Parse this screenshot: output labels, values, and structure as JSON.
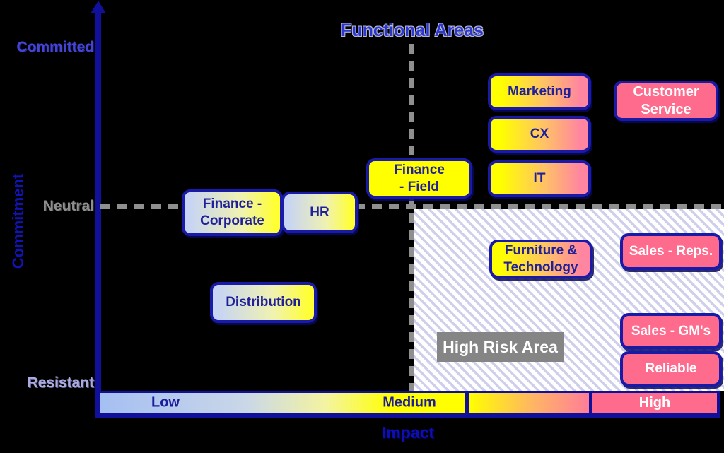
{
  "title": "Functional Areas",
  "y_axis": {
    "label": "Commitment",
    "ticks": [
      {
        "label": "Committed"
      },
      {
        "label": "Neutral"
      },
      {
        "label": "Resistant"
      }
    ]
  },
  "x_axis": {
    "label": "Impact",
    "segments": [
      {
        "label": "Low"
      },
      {
        "label": "Medium"
      },
      {
        "label": "High"
      }
    ]
  },
  "high_risk_area": {
    "label": "High Risk Area"
  },
  "boxes": [
    {
      "id": "marketing",
      "label": "Marketing",
      "variant": "yellow-pink"
    },
    {
      "id": "cx",
      "label": "CX",
      "variant": "yellow-pink"
    },
    {
      "id": "it",
      "label": "IT",
      "variant": "yellow-pink"
    },
    {
      "id": "customer-service",
      "label": "Customer\nService",
      "variant": "pink"
    },
    {
      "id": "finance-field",
      "label": "Finance\n- Field",
      "variant": "yellow"
    },
    {
      "id": "finance-corporate",
      "label": "Finance -\nCorporate",
      "variant": "blue-yellow"
    },
    {
      "id": "hr",
      "label": "HR",
      "variant": "blue-yellow"
    },
    {
      "id": "distribution",
      "label": "Distribution",
      "variant": "blue-yellow"
    },
    {
      "id": "furniture-technology",
      "label": "Furniture &\nTechnology",
      "variant": "yellow-pink"
    },
    {
      "id": "sales-reps",
      "label": "Sales - Reps.",
      "variant": "pink"
    },
    {
      "id": "sales-gms",
      "label": "Sales - GM's",
      "variant": "pink"
    },
    {
      "id": "reliable",
      "label": "Reliable",
      "variant": "pink"
    }
  ],
  "colors": {
    "background": "#000000",
    "axis_navy": "#10109A",
    "box_border_navy": "#1A1AA8",
    "solid_yellow": "#FFFF00",
    "solid_pink": "#FF6B8D",
    "dash_gray": "#8F8F8F",
    "high_risk_label_bg": "#858585",
    "title_blue": "#2B38CF",
    "hatch_stripe": "#CFCFEC"
  }
}
